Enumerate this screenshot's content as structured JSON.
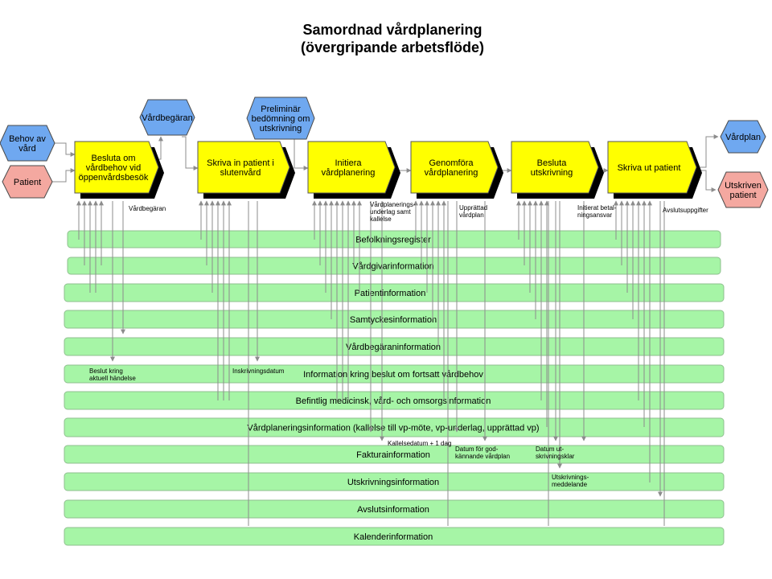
{
  "title": {
    "line1": "Samordnad vårdplanering",
    "line2": "(övergripande arbetsflöde)"
  },
  "colors": {
    "process_fill": "#ffff00",
    "event_blue": "#6fa8f0",
    "event_red": "#f4a8a0",
    "band_fill": "#a6f5a6",
    "band_stroke": "#8fbf8f",
    "shadow": "#000000",
    "connector": "#8c8c8c"
  },
  "events": {
    "behov_av_vard": "Behov av vård",
    "patient": "Patient",
    "vardbegaran": "Vårdbegäran",
    "preliminar": "Preliminär bedömning om utskrivning",
    "vardplan": "Vårdplan",
    "utskriven_patient": "Utskriven patient"
  },
  "processes": [
    {
      "label": "Besluta om vårdbehov vid öppenvårdsbesök"
    },
    {
      "label": "Skriva in patient i slutenvård"
    },
    {
      "label": "Initiera vårdplanering"
    },
    {
      "label": "Genomföra vårdplanering"
    },
    {
      "label": "Besluta utskrivning"
    },
    {
      "label": "Skriva ut patient"
    }
  ],
  "bands": [
    {
      "label": "Befolkningsregister"
    },
    {
      "label": "Vårdgivarinformation"
    },
    {
      "label": "Patientinformation"
    },
    {
      "label": "Samtyckesinformation"
    },
    {
      "label": "Vårdbegäraninformation"
    },
    {
      "label": "Information kring beslut om fortsatt vårdbehov"
    },
    {
      "label": "Befintlig medicinsk, vård- och omsorgsinformation"
    },
    {
      "label": "Vårdplaneringsinformation (kallelse till vp-möte, vp-underlag, upprättad vp)"
    },
    {
      "label": "Fakturainformation"
    },
    {
      "label": "Utskrivningsinformation"
    },
    {
      "label": "Avslutsinformation"
    },
    {
      "label": "Kalenderinformation"
    }
  ],
  "annotations": {
    "vardbegaran_out": "Vårdbegäran",
    "vp_underlag": "Vårdplanerings-\nunderlag samt\nkallelse",
    "upprattad_vardplan": "Upprättad\nvårdplan",
    "initierat_betal": "Initierat betal-\nningsansvar",
    "avslutsuppgifter": "Avslutsuppgifter",
    "beslut_kring": "Beslut kring\naktuell händelse",
    "inskrivningsdatum": "Inskrivningsdatum",
    "kallelsedatum": "Kallelsedatum + 1 dag",
    "datum_godkannande": "Datum för god-\nkännande vårdplan",
    "datum_utskrivningsklar": "Datum ut-\nskrivningsklar",
    "utskrivningsmeddelande": "Utskrivnings-\nmeddelande"
  }
}
